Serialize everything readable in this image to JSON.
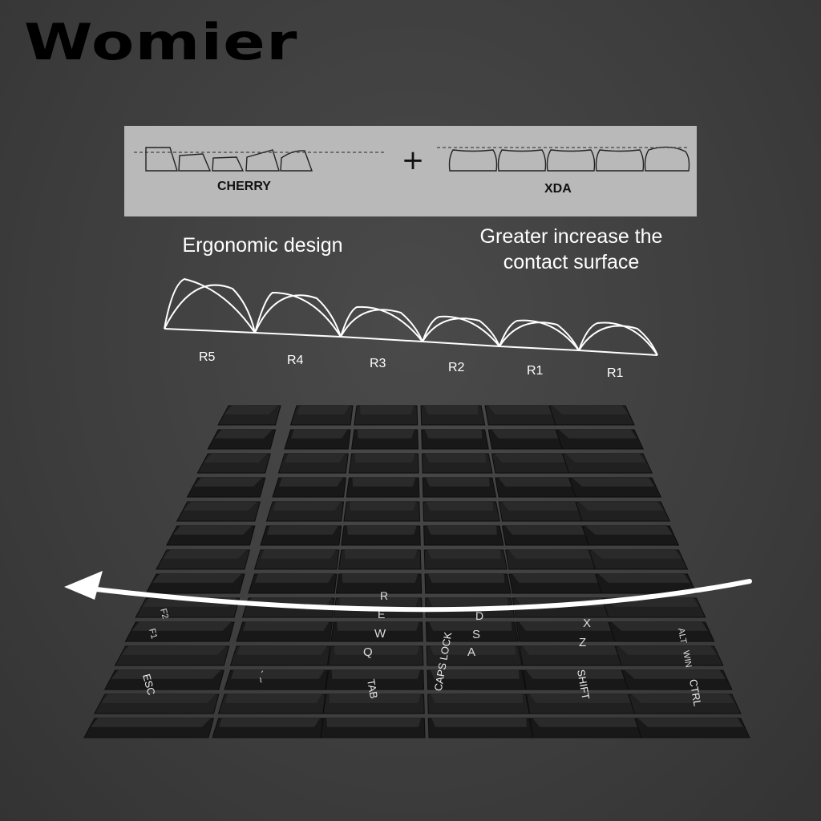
{
  "brand": {
    "logo": "Womier"
  },
  "comparison": {
    "left_label": "CHERRY",
    "right_label": "XDA",
    "plus": "+"
  },
  "captions": {
    "left": "Ergonomic design",
    "right_line1": "Greater increase the",
    "right_line2": "contact surface"
  },
  "rows": [
    "R5",
    "R4",
    "R3",
    "R2",
    "R1",
    "R1"
  ],
  "keys": {
    "col1": "ESC",
    "col2": "` ~",
    "col3": "TAB",
    "col4": "CAPS LOCK",
    "col5": "SHIFT",
    "col6": "CTRL",
    "extra": [
      "F1",
      "F2",
      "Q",
      "W",
      "E",
      "R",
      "A",
      "S",
      "D",
      "Z",
      "X",
      "WIN",
      "ALT"
    ]
  },
  "colors": {
    "background": "#3d3d3d",
    "panel": "#b9b9b9",
    "key": "#1c1c1c",
    "accent": "#ffffff"
  }
}
